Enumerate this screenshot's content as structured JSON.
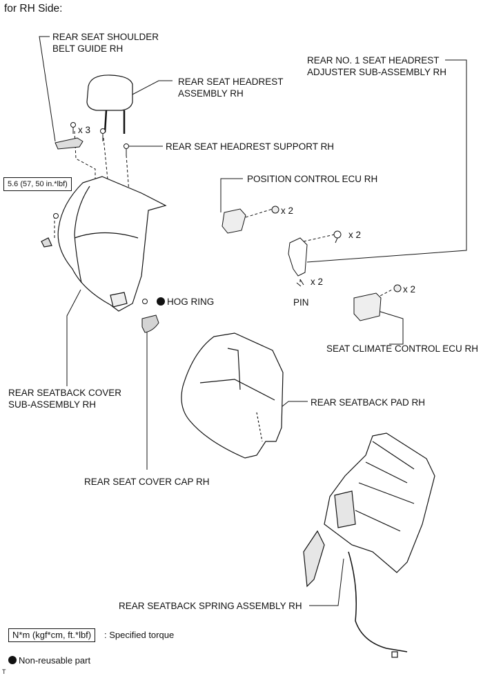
{
  "heading": "for RH Side:",
  "labels": {
    "shoulder_belt_guide": [
      "REAR SEAT SHOULDER",
      "BELT GUIDE RH"
    ],
    "headrest_assembly": [
      "REAR SEAT HEADREST",
      "ASSEMBLY RH"
    ],
    "headrest_support": "REAR SEAT HEADREST SUPPORT RH",
    "headrest_adjuster": [
      "REAR NO. 1 SEAT HEADREST",
      "ADJUSTER SUB-ASSEMBLY RH"
    ],
    "position_control_ecu": "POSITION CONTROL ECU RH",
    "pin": "PIN",
    "hog_ring": "HOG RING",
    "seat_climate_ecu": "SEAT CLIMATE CONTROL ECU RH",
    "seatback_cover": [
      "REAR SEATBACK COVER",
      "SUB-ASSEMBLY RH"
    ],
    "seatback_pad": "REAR SEATBACK PAD RH",
    "seat_cover_cap": "REAR SEAT COVER CAP RH",
    "seatback_spring": "REAR SEATBACK SPRING ASSEMBLY RH"
  },
  "quantities": {
    "belt_guide_bolts": "x 3",
    "ecu_nuts": "x 2",
    "adjuster_bolts": "x 2",
    "pins": "x 2",
    "climate_ecu_nuts": "x 2"
  },
  "torque_spec": "5.6 (57, 50 in.*lbf)",
  "legend": {
    "torque_unit": "N*m (kgf*cm, ft.*lbf)",
    "torque_desc": ": Specified torque",
    "non_reusable": "Non-reusable part"
  },
  "corner_mark": "T"
}
